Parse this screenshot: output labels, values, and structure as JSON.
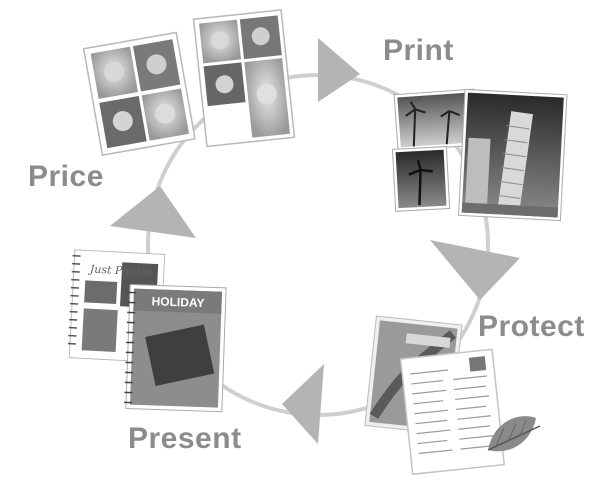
{
  "diagram": {
    "steps": [
      {
        "id": "print",
        "label": "Print"
      },
      {
        "id": "protect",
        "label": "Protect"
      },
      {
        "id": "present",
        "label": "Present"
      },
      {
        "id": "price",
        "label": "Price"
      }
    ],
    "cover_title": "HOLIDAY",
    "album_title": "Just Photos",
    "colors": {
      "ring": "#cfcfcf",
      "arrow": "#b4b4b4",
      "label": "#8c8c8c"
    }
  }
}
